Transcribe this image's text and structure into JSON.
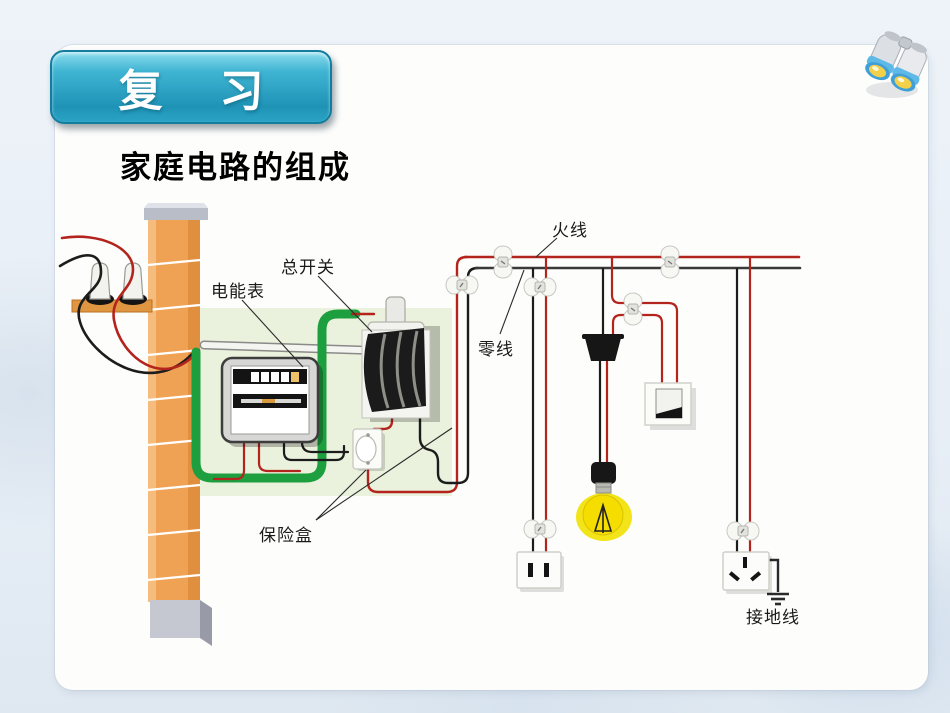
{
  "slide": {
    "review_button_label": "复 习",
    "title": "家庭电路的组成"
  },
  "diagram": {
    "labels": {
      "energy_meter": "电能表",
      "main_switch": "总开关",
      "fuse_box": "保险盒",
      "live_wire": "火线",
      "neutral_wire": "零线",
      "ground_wire": "接地线"
    },
    "colors": {
      "live_wire_red": "#b3251c",
      "neutral_wire_black": "#2a2a2a",
      "entry_wire_green": "#1d9e3f",
      "pole_orange": "#f0a254",
      "wall_panel_green": "#eaf1dc",
      "bulb_yellow": "#f2dc00",
      "button_teal": "#2ba3c4"
    }
  }
}
